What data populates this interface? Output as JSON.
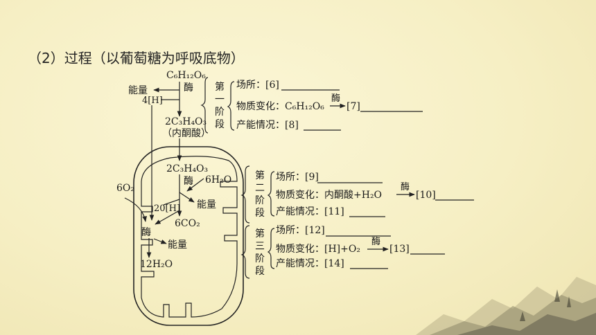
{
  "heading": "（2）过程（以葡萄糖为呼吸底物）",
  "left": {
    "glucose": "C₆H₁₂O₆",
    "enzyme1": "酶",
    "energy1": "能量",
    "h4": "4[H]",
    "pyruvate1": "2C₃H₄O₃",
    "pyruvate_name": "（内酮酸）",
    "pyruvate2": "2C₃H₄O₃",
    "water6": "6H₂O",
    "enzyme2": "酶",
    "h20": "20[H]",
    "energy2": "能量",
    "co2": "6CO₂",
    "o2": "6O₂",
    "enzyme3": "酶",
    "energy3": "能量",
    "water12": "12H₂O"
  },
  "stages": [
    {
      "name": "第一阶段",
      "place_label": "场所：[6]",
      "change_label": "物质变化：C₆H₁₂O₆",
      "change_enzyme": "酶",
      "change_result": "[7]",
      "energy_label": "产能情况：[8]"
    },
    {
      "name": "第二阶段",
      "place_label": "场所：[9]",
      "change_label": "物质变化：内酮酸+H₂O",
      "change_enzyme": "酶",
      "change_result": "[10]",
      "energy_label": "产能情况：[11]"
    },
    {
      "name": "第三阶段",
      "place_label": "场所：[12]",
      "change_label": "物质变化：[H]+O₂",
      "change_enzyme": "酶",
      "change_result": "[13]",
      "energy_label": "产能情况：[14]"
    }
  ]
}
